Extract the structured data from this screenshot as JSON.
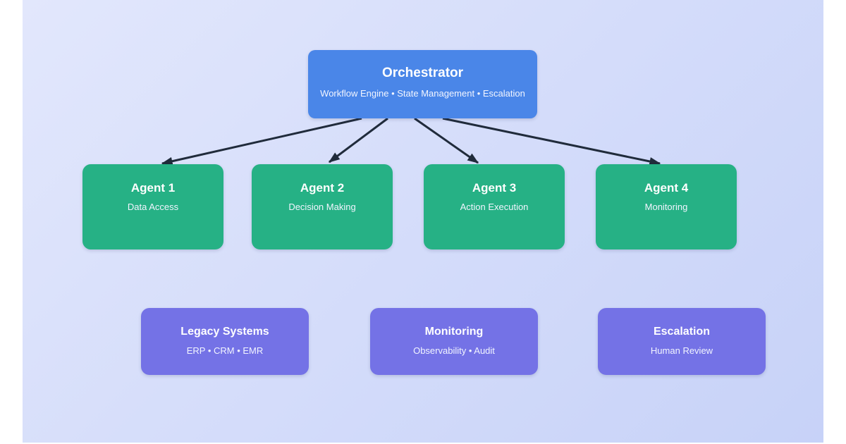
{
  "diagram": {
    "orchestrator": {
      "title": "Orchestrator",
      "subtitle": "Workflow Engine • State Management • Escalation"
    },
    "agents": [
      {
        "title": "Agent 1",
        "subtitle": "Data Access"
      },
      {
        "title": "Agent 2",
        "subtitle": "Decision Making"
      },
      {
        "title": "Agent 3",
        "subtitle": "Action Execution"
      },
      {
        "title": "Agent 4",
        "subtitle": "Monitoring"
      }
    ],
    "support_systems": [
      {
        "title": "Legacy Systems",
        "subtitle": "ERP • CRM • EMR"
      },
      {
        "title": "Monitoring",
        "subtitle": "Observability • Audit"
      },
      {
        "title": "Escalation",
        "subtitle": "Human Review"
      }
    ],
    "colors": {
      "orchestrator_box": "#4a86e8",
      "agent_box": "#26b185",
      "support_box": "#7472e6",
      "arrow": "#202b3b",
      "background_gradient_start": "#e2e7fc",
      "background_gradient_end": "#c7d2f8",
      "text": "#ffffff"
    }
  }
}
